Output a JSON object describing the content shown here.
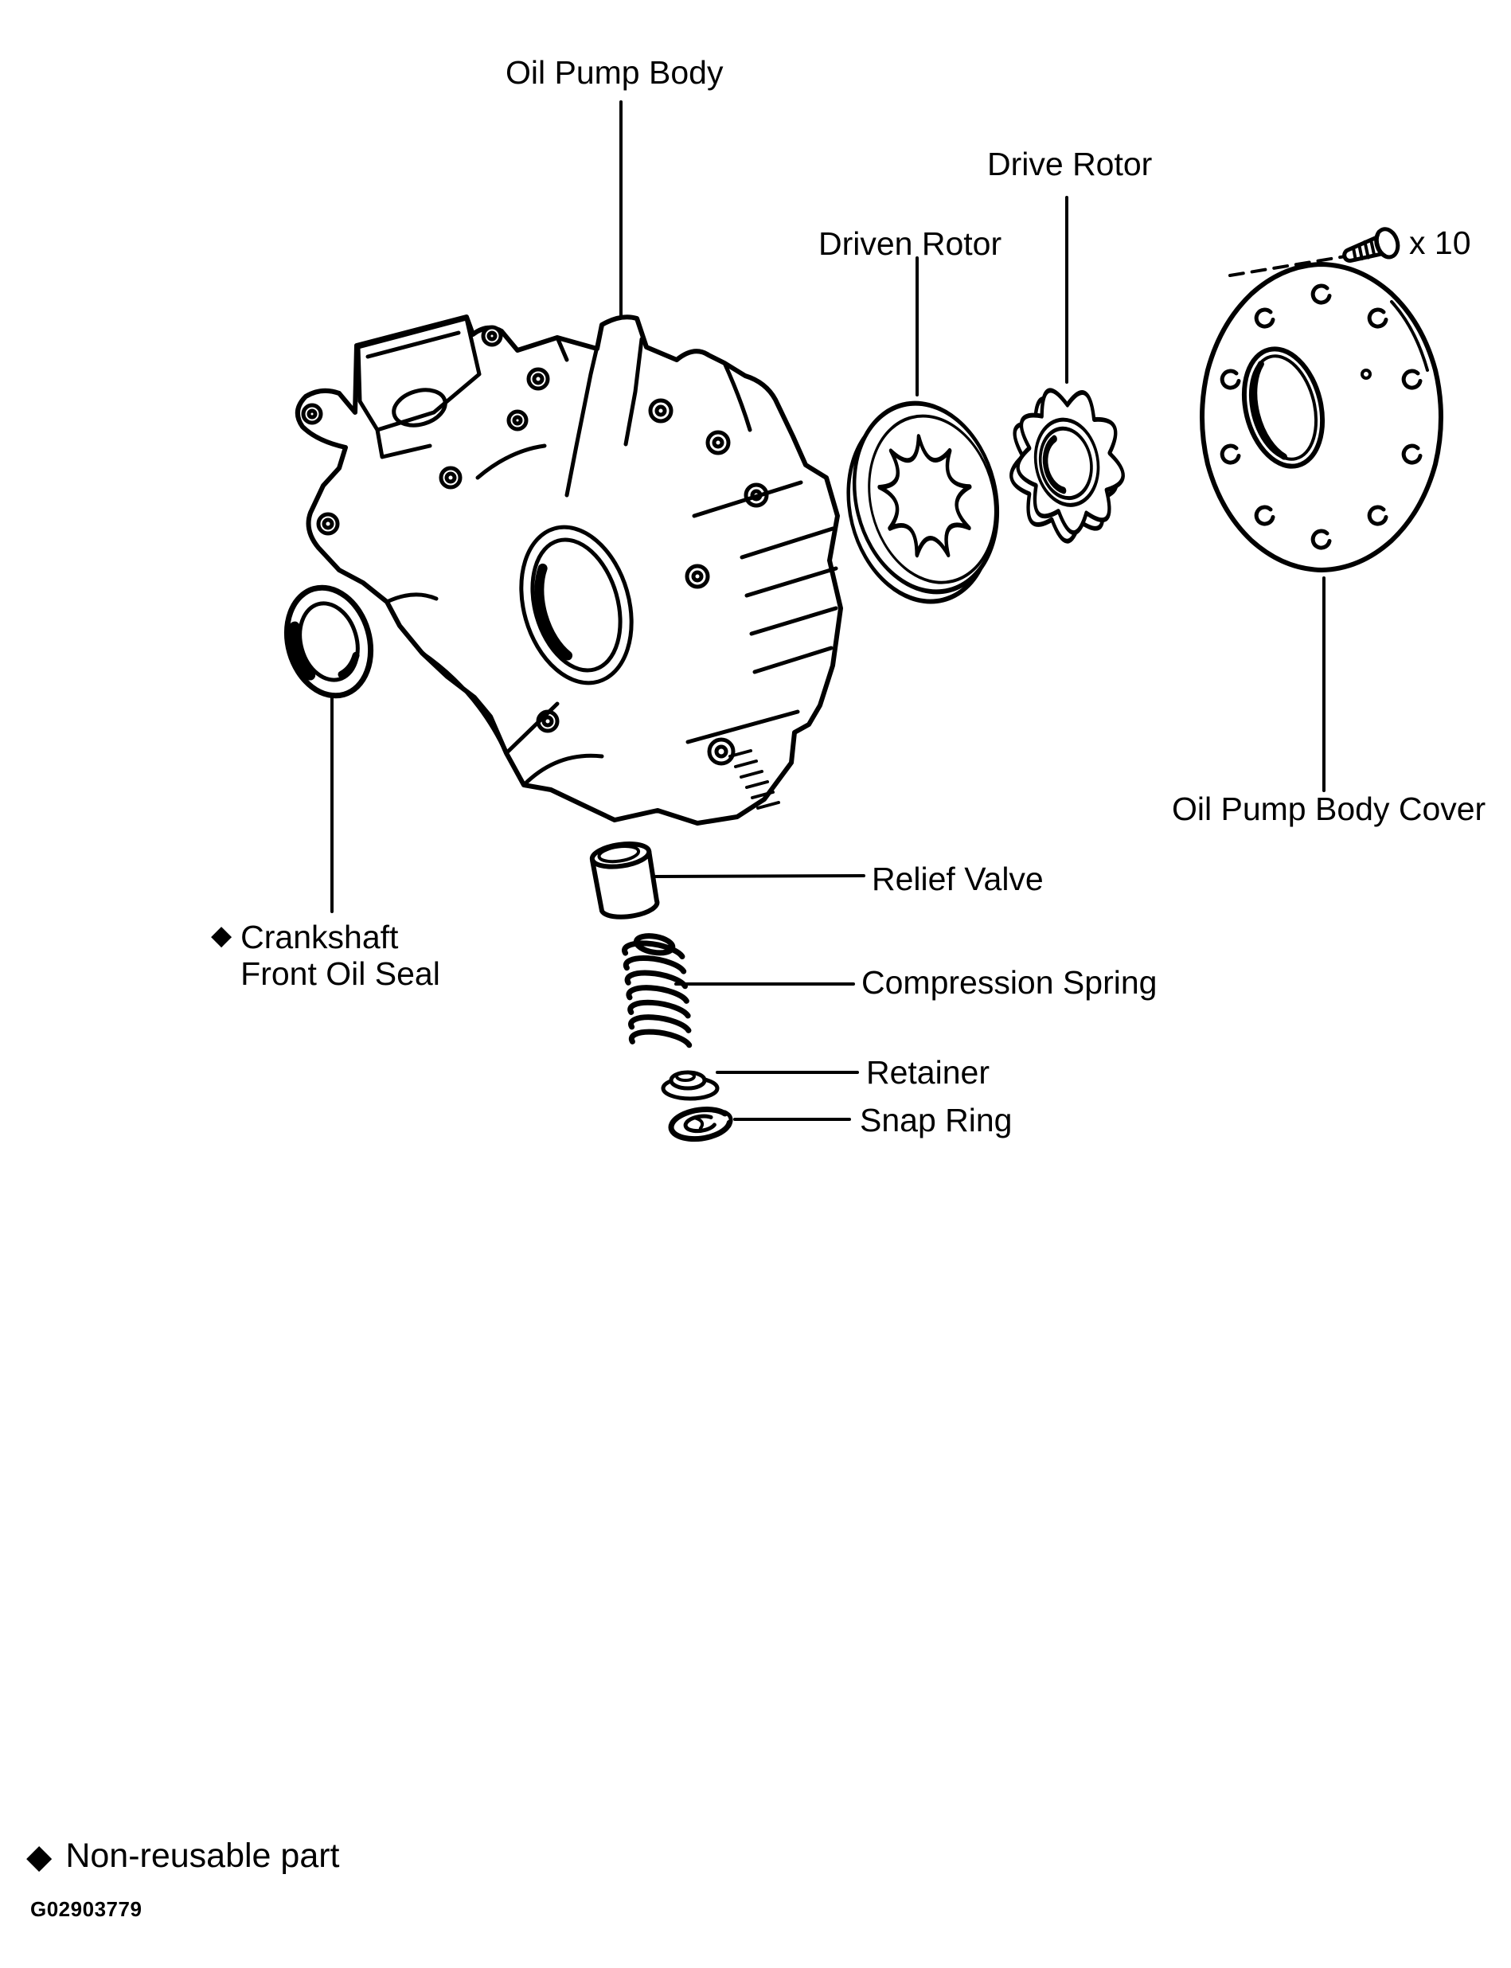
{
  "figure": {
    "id": "G02903779",
    "background_color": "#ffffff",
    "ink_color": "#000000"
  },
  "legend": {
    "symbol": "◆",
    "label": "Non-reusable part"
  },
  "labels": {
    "oil_pump_body": "Oil Pump Body",
    "drive_rotor": "Drive Rotor",
    "driven_rotor": "Driven Rotor",
    "screw_quantity": "x 10",
    "oil_pump_body_cover": "Oil Pump Body Cover",
    "relief_valve": "Relief Valve",
    "compression_spring": "Compression Spring",
    "retainer": "Retainer",
    "snap_ring": "Snap Ring",
    "crankshaft_front_oil_seal": {
      "symbol": "◆",
      "line1": "Crankshaft",
      "line2": "Front Oil Seal"
    }
  }
}
